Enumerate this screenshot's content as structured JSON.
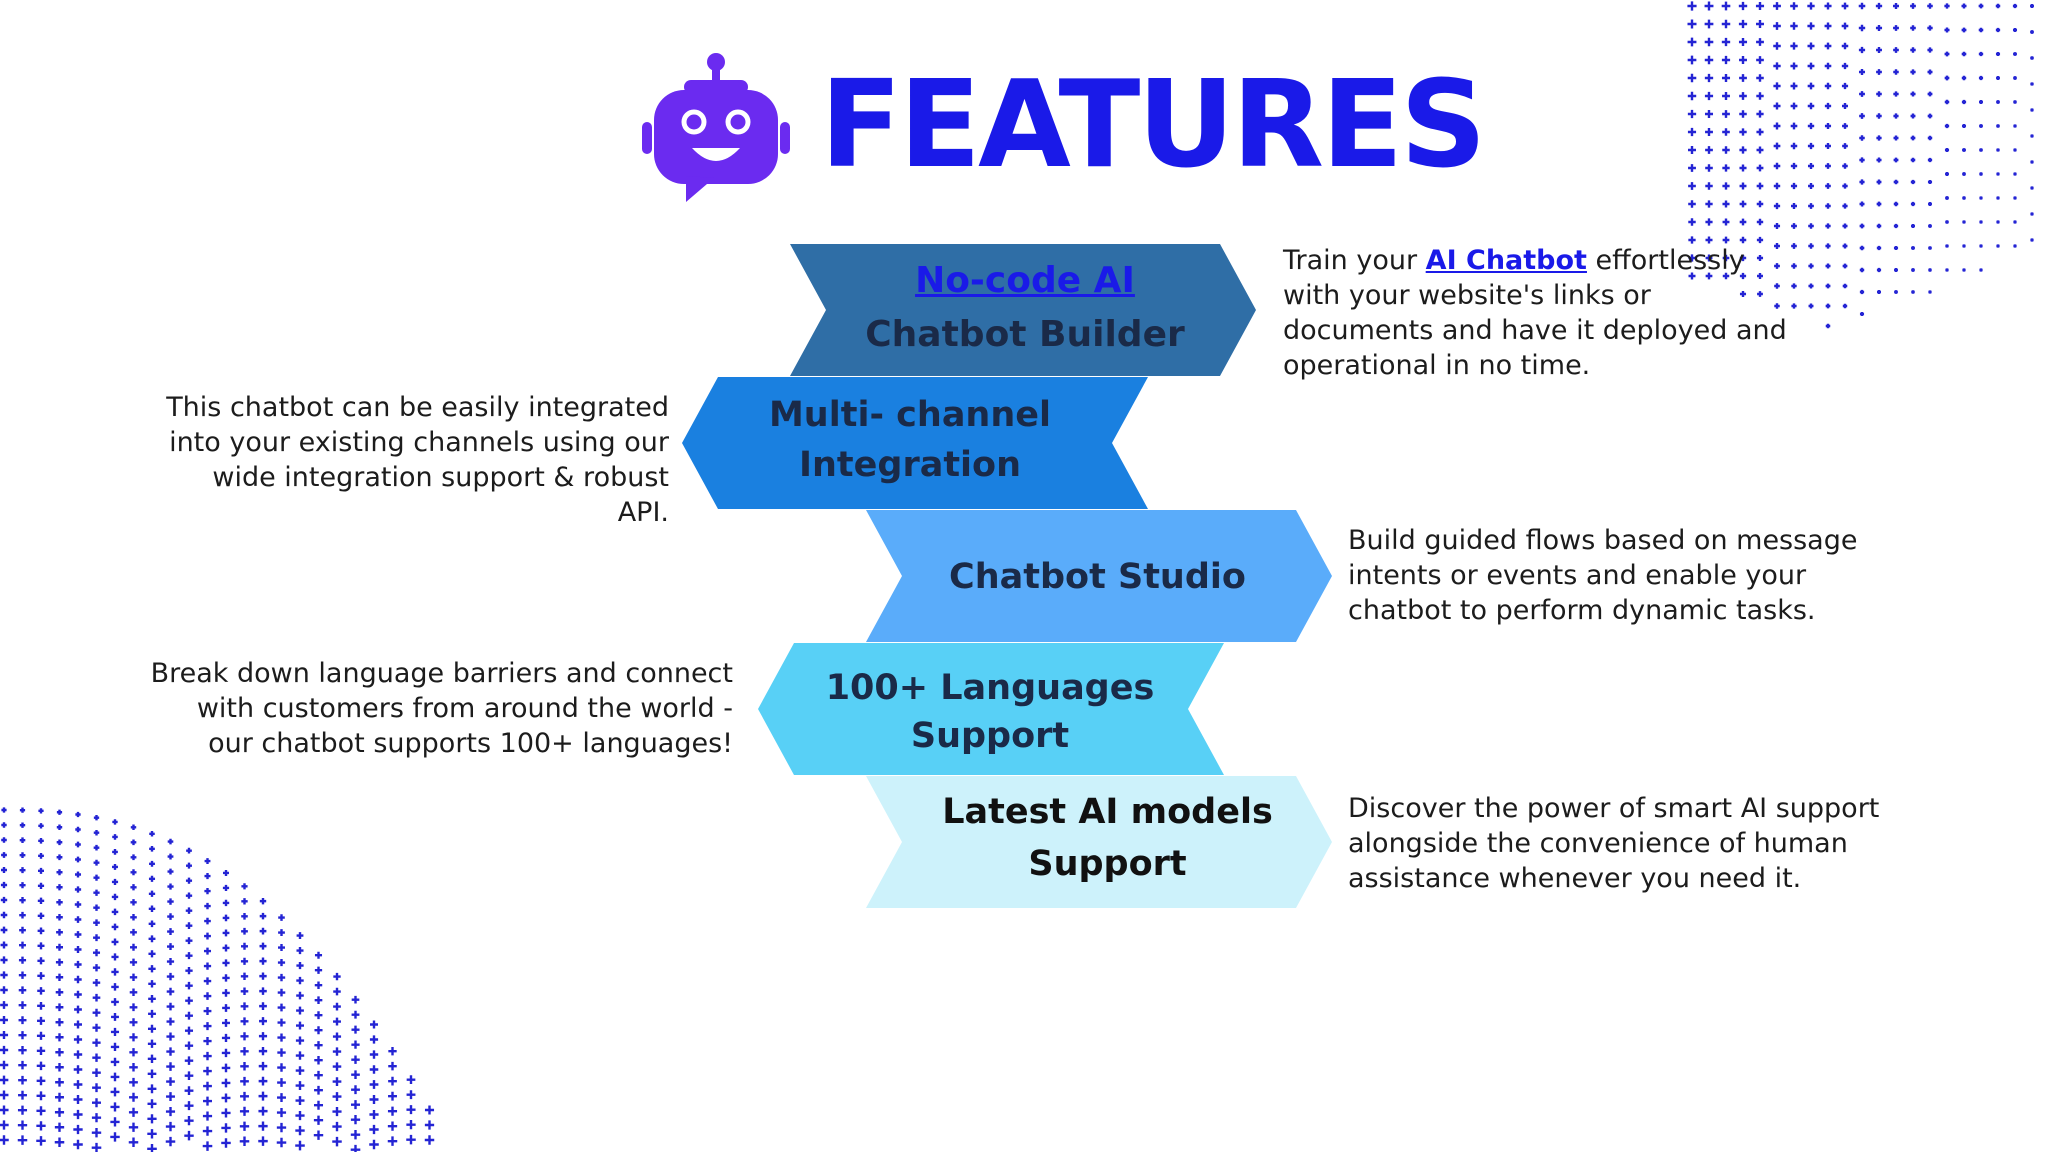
{
  "title": "FEATURES",
  "colors": {
    "title": "#1a1ae8",
    "robot": "#6b2bf0",
    "dots": "#2424d4",
    "link": "#1a1ae8",
    "chevrons": [
      "#2f6ea6",
      "#1a80e0",
      "#5aacfa",
      "#58d0f6",
      "#cdf2fb"
    ]
  },
  "icons": {
    "logo": "robot-chat-icon"
  },
  "features": [
    {
      "link_text": "No-code AI",
      "line2": "Chatbot Builder",
      "desc_before": "Train your ",
      "desc_link": "AI Chatbot",
      "desc_after": " effortlessly with your website's links or documents and have it deployed and operational in no time."
    },
    {
      "line1": "Multi- channel",
      "line2": "Integration",
      "desc": "This chatbot can be easily integrated into your existing channels using our wide integration support & robust API."
    },
    {
      "line1": "Chatbot Studio",
      "desc": "Build guided flows based on message intents or events and enable your chatbot to perform dynamic tasks."
    },
    {
      "line1": "100+ Languages",
      "line2": "Support",
      "desc": "Break down language barriers and connect with customers from around the world - our chatbot supports 100+ languages!"
    },
    {
      "line1": "Latest AI models",
      "line2": "Support",
      "desc": "Discover the power of smart AI support alongside the convenience of human assistance whenever you need it."
    }
  ]
}
